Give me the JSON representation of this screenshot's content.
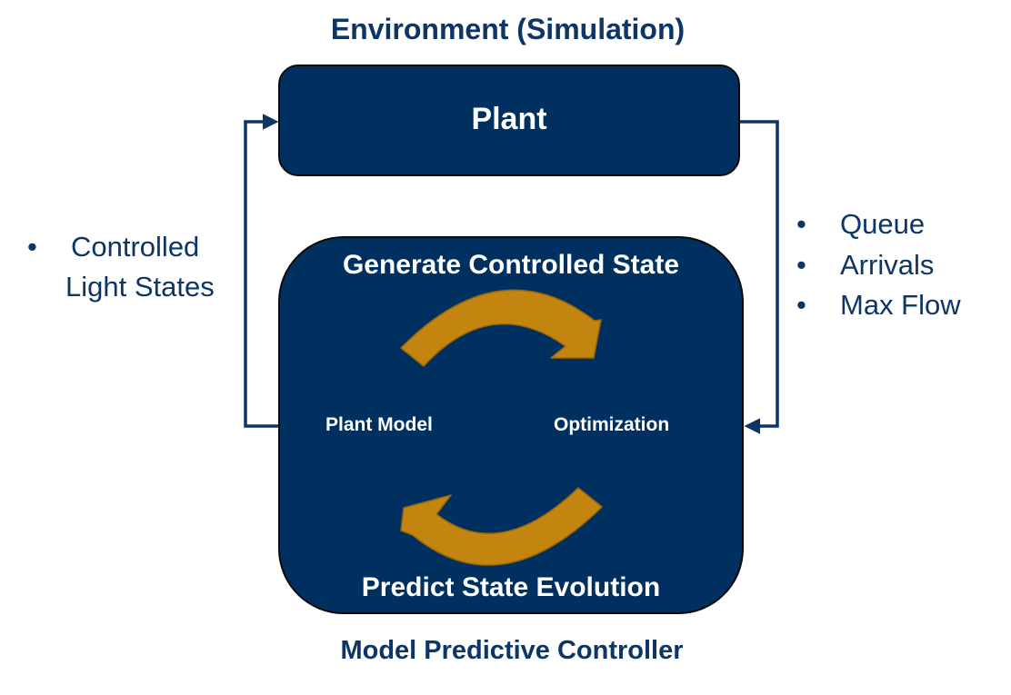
{
  "diagram": {
    "title_top": "Environment (Simulation)",
    "title_bottom": "Model Predictive Controller",
    "plant": {
      "label": "Plant"
    },
    "controller": {
      "top_label": "Generate Controlled State",
      "bottom_label": "Predict State Evolution",
      "left_node": "Plant Model",
      "right_node": "Optimization"
    },
    "left_annotation": {
      "bullet": "•",
      "line1": "Controlled",
      "line2": "Light States"
    },
    "right_annotation": {
      "bullet": "•",
      "items": [
        "Queue",
        "Arrivals",
        "Max Flow"
      ]
    }
  },
  "colors": {
    "box_fill": "#003060",
    "text_dark_blue": "#0d3566",
    "cycle_arrow": "#c3850f",
    "connector": "#0d3566"
  }
}
